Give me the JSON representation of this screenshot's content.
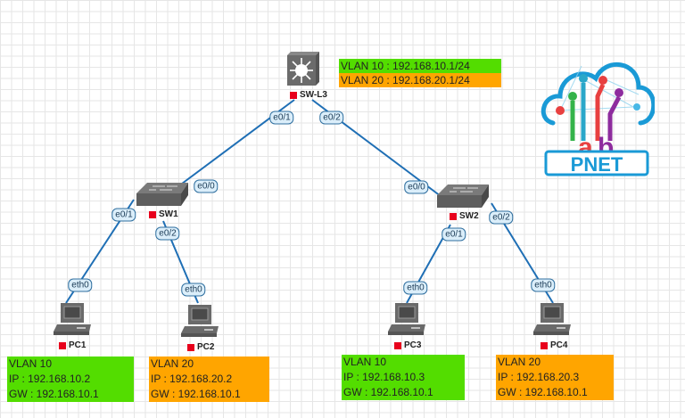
{
  "diagram": {
    "core": {
      "name": "SW-L3",
      "vlans": [
        {
          "label": "VLAN 10 : 192.168.10.1/24",
          "color": "#53dd00"
        },
        {
          "label": "VLAN 20 : 192.168.20.1/24",
          "color": "#ffa500"
        }
      ]
    },
    "switches": [
      {
        "name": "SW1"
      },
      {
        "name": "SW2"
      }
    ],
    "pcs": [
      {
        "name": "PC1",
        "vlan": "VLAN 10",
        "ip": "IP : 192.168.10.2",
        "gw": "GW : 192.168.10.1",
        "color": "#53dd00"
      },
      {
        "name": "PC2",
        "vlan": "VLAN 20",
        "ip": "IP : 192.168.20.2",
        "gw": "GW : 192.168.10.1",
        "color": "#ffa500"
      },
      {
        "name": "PC3",
        "vlan": "VLAN 10",
        "ip": "IP : 192.168.10.3",
        "gw": "GW : 192.168.10.1",
        "color": "#53dd00"
      },
      {
        "name": "PC4",
        "vlan": "VLAN 20",
        "ip": "IP : 192.168.20.3",
        "gw": "GW : 192.168.10.1",
        "color": "#ffa500"
      }
    ],
    "ports": {
      "l3_to_sw1": "e0/1",
      "l3_to_sw2": "e0/2",
      "sw1_uplink": "e0/0",
      "sw1_to_pc1": "e0/1",
      "sw1_to_pc2": "e0/2",
      "sw2_uplink": "e0/0",
      "sw2_to_pc3": "e0/1",
      "sw2_to_pc4": "e0/2",
      "pc1": "eth0",
      "pc2": "eth0",
      "pc3": "eth0",
      "pc4": "eth0"
    },
    "links": [
      {
        "from": "SW-L3",
        "from_port": "e0/1",
        "to": "SW1",
        "to_port": "e0/0"
      },
      {
        "from": "SW-L3",
        "from_port": "e0/2",
        "to": "SW2",
        "to_port": "e0/0"
      },
      {
        "from": "SW1",
        "from_port": "e0/1",
        "to": "PC1",
        "to_port": "eth0"
      },
      {
        "from": "SW1",
        "from_port": "e0/2",
        "to": "PC2",
        "to_port": "eth0"
      },
      {
        "from": "SW2",
        "from_port": "e0/1",
        "to": "PC3",
        "to_port": "eth0"
      },
      {
        "from": "SW2",
        "from_port": "e0/2",
        "to": "PC4",
        "to_port": "eth0"
      }
    ],
    "link_color": "#1f6fb5",
    "status_color": "#e8001c"
  },
  "logo": {
    "top_text": "lab",
    "bottom_text": "PNET",
    "color": "#1a9ad6"
  }
}
